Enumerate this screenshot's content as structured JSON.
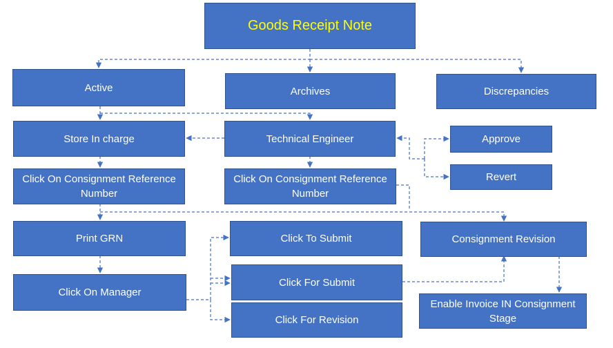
{
  "diagram": {
    "colors": {
      "node_fill": "#4472c4",
      "node_border": "#2f528f",
      "node_text": "#ffffff",
      "title_text": "#ffff00",
      "connector": "#4472c4"
    },
    "nodes": {
      "goods_receipt_note": "Goods Receipt Note",
      "active": "Active",
      "archives": "Archives",
      "discrepancies": "Discrepancies",
      "store_in_charge": "Store In charge",
      "technical_engineer": "Technical Engineer",
      "approve": "Approve",
      "revert": "Revert",
      "click_consignment_ref_store": "Click On  Consignment Reference Number",
      "click_consignment_ref_tech": "Click On Consignment Reference Number",
      "print_grn": "Print GRN",
      "click_to_submit": "Click To Submit",
      "consignment_revision": "Consignment Revision",
      "click_on_manager": "Click On Manager",
      "click_for_submit": "Click For Submit",
      "click_for_revision": "Click For Revision",
      "enable_invoice": "Enable Invoice IN Consignment Stage"
    }
  }
}
